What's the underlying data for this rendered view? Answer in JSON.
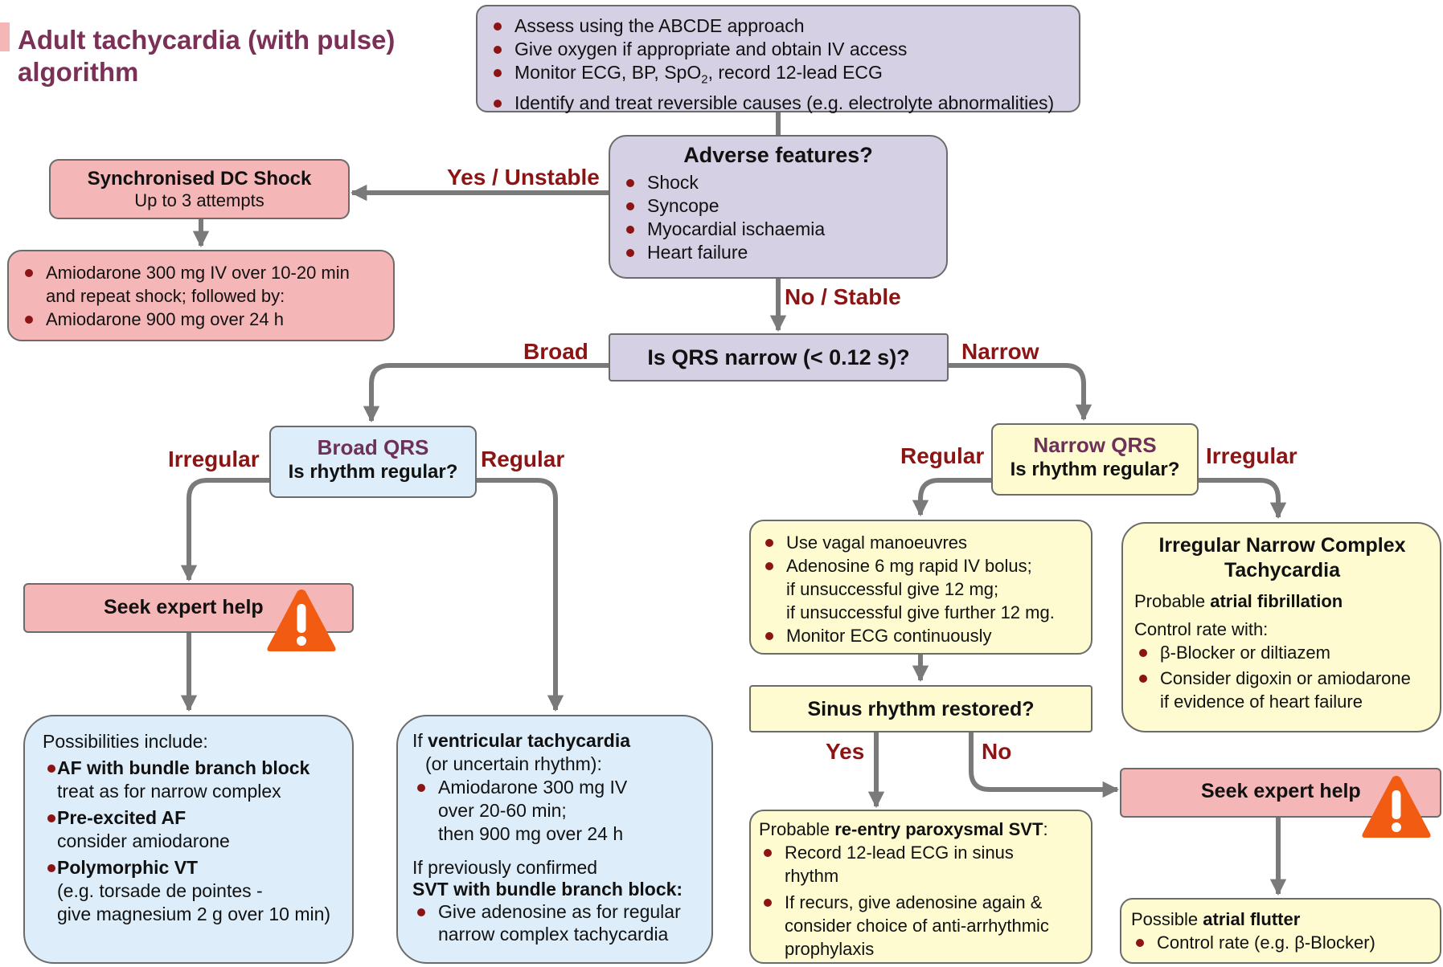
{
  "title": "Adult tachycardia (with pulse) algorithm",
  "assess": {
    "items": [
      "Assess using the ABCDE approach",
      "Give oxygen if appropriate and obtain IV access",
      "Identify and treat reversible causes (e.g. electrolyte abnormalities)"
    ],
    "monitor_prefix": "Monitor ECG, BP, SpO",
    "monitor_sub": "2",
    "monitor_suffix": ", record 12-lead ECG"
  },
  "adverse": {
    "title": "Adverse features?",
    "items": [
      "Shock",
      "Syncope",
      "Myocardial ischaemia",
      "Heart failure"
    ]
  },
  "labels": {
    "yes_unstable": "Yes / Unstable",
    "no_stable": "No / Stable",
    "broad": "Broad",
    "narrow": "Narrow",
    "irregular": "Irregular",
    "regular": "Regular",
    "yes": "Yes",
    "no": "No"
  },
  "shock": {
    "title": "Synchronised DC Shock",
    "subtitle": "Up to 3 attempts"
  },
  "amiodarone": {
    "item1_line1": "Amiodarone 300 mg IV over 10-20 min",
    "item1_line2": "and repeat shock; followed by:",
    "item2": "Amiodarone 900 mg over 24 h"
  },
  "qrs_question": "Is QRS narrow (< 0.12 s)?",
  "broad_qrs": {
    "title": "Broad QRS",
    "question": "Is rhythm regular?"
  },
  "narrow_qrs": {
    "title": "Narrow QRS",
    "question": "Is rhythm regular?"
  },
  "seek_help": "Seek expert help",
  "possibilities": {
    "heading": "Possibilities include:",
    "items": [
      {
        "bold": "AF with bundle branch block",
        "text": "treat as for narrow complex"
      },
      {
        "bold": "Pre-excited AF",
        "text": "consider amiodarone"
      },
      {
        "bold": "Polymorphic VT",
        "text": "(e.g. torsade de pointes -",
        "text2": "give magnesium 2 g over 10 min)"
      }
    ]
  },
  "vt": {
    "if": "If",
    "bold": "ventricular tachycardia",
    "uncertain": "(or uncertain rhythm):",
    "item_line1": "Amiodarone 300 mg IV",
    "item_line2": "over 20-60 min;",
    "item_line3": "then 900 mg over 24 h",
    "prev": "If previously confirmed",
    "svt_bold": "SVT with bundle branch block:",
    "item2_line1": "Give adenosine as for regular",
    "item2_line2": "narrow complex tachycardia"
  },
  "vagal": {
    "item1": "Use vagal manoeuvres",
    "item2_line1": "Adenosine 6 mg rapid IV bolus;",
    "item2_line2": "if unsuccessful give 12 mg;",
    "item2_line3": "if unsuccessful give further 12 mg.",
    "item3": "Monitor ECG continuously"
  },
  "sinus": "Sinus rhythm restored?",
  "irregular_narrow": {
    "title": "Irregular Narrow Complex Tachycardia",
    "probable": "Probable",
    "probable_bold": "atrial fibrillation",
    "control": "Control rate with:",
    "item1": "β-Blocker or diltiazem",
    "item2_line1": "Consider digoxin or amiodarone",
    "item2_line2": "if evidence of heart failure"
  },
  "svt": {
    "probable": "Probable",
    "bold": "re-entry paroxysmal SVT",
    "colon": ":",
    "item1_line1": "Record 12-lead ECG in sinus",
    "item1_line2": "rhythm",
    "item2_line1": "If recurs, give adenosine again &",
    "item2_line2": "consider choice of anti-arrhythmic",
    "item2_line3": "prophylaxis"
  },
  "flutter": {
    "possible": "Possible",
    "bold": "atrial flutter",
    "item": "Control rate (e.g. β-Blocker)"
  },
  "colors": {
    "purple_box": "#d5d0e3",
    "pink_box": "#f4b6b6",
    "blue_box": "#ddeefa",
    "yellow_box": "#fdfbcf",
    "label_red": "#8b1414",
    "title_purple": "#7b3056",
    "warning_orange": "#f25b12"
  },
  "icons": [
    "warning-triangle-icon"
  ]
}
